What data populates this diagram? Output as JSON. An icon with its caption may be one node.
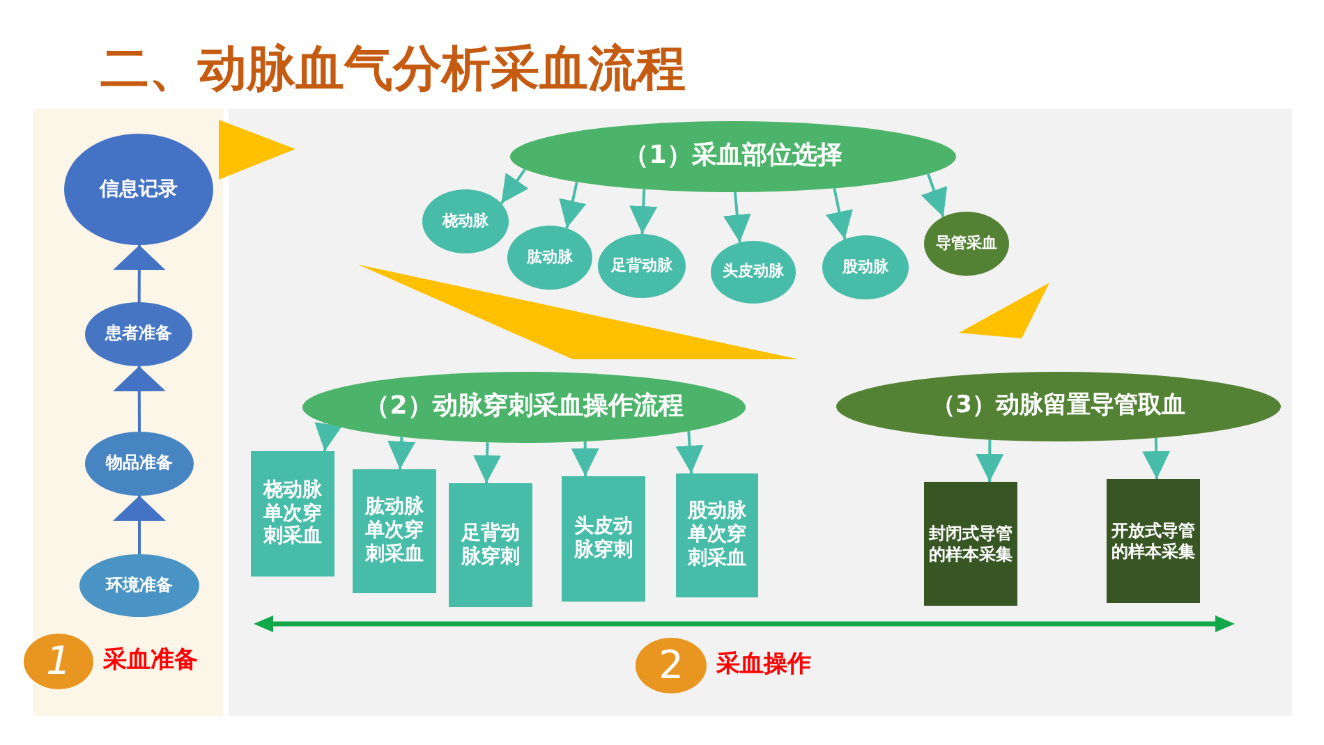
{
  "diagram": {
    "title": "二、动脉血气分析采血流程",
    "nodes": [
      {
        "text": [
          "信息记录"
        ]
      },
      {
        "text": [
          "患者准备"
        ]
      },
      {
        "text": [
          "物品准备"
        ]
      },
      {
        "text": [
          "环境准备"
        ]
      },
      {
        "text": [
          "1"
        ],
        "beside": [
          "采血准备"
        ]
      },
      {
        "text": [
          "（1）采血部位选择"
        ]
      },
      {
        "text": [
          "桡动脉"
        ]
      },
      {
        "text": [
          "肱动脉"
        ]
      },
      {
        "text": [
          "足背动脉"
        ]
      },
      {
        "text": [
          "头皮动脉"
        ]
      },
      {
        "text": [
          "股动脉"
        ]
      },
      {
        "text": [
          "导管采血"
        ]
      },
      {
        "text": [
          "（2）动脉穿刺采血操作流程"
        ]
      },
      {
        "text": [
          "桡动脉单次穿刺采血"
        ]
      },
      {
        "text": [
          "肱动脉单次穿刺采血"
        ]
      },
      {
        "text": [
          "足背动脉穿刺"
        ]
      },
      {
        "text": [
          "头皮动脉穿刺"
        ]
      },
      {
        "text": [
          "股动脉单次穿刺采血"
        ]
      },
      {
        "text": [
          "（3）动脉留置导管取血"
        ]
      },
      {
        "text": [
          "封闭式导管的样本采集"
        ]
      },
      {
        "text": [
          "开放式导管的样本采集"
        ]
      },
      {
        "text": [
          "2"
        ],
        "beside": [
          "采血操作"
        ]
      }
    ],
    "edges": [
      {
        "from": 3,
        "to": 2,
        "arrow": "to",
        "color": "#4472c4"
      },
      {
        "from": 2,
        "to": 1,
        "arrow": "to",
        "color": "#4472c4"
      },
      {
        "from": 1,
        "to": 0,
        "arrow": "to",
        "color": "#4472c4"
      },
      {
        "from": 5,
        "to": 6,
        "arrow": "to"
      },
      {
        "from": 5,
        "to": 7,
        "arrow": "to"
      },
      {
        "from": 5,
        "to": 8,
        "arrow": "to"
      },
      {
        "from": 5,
        "to": 9,
        "arrow": "to"
      },
      {
        "from": 5,
        "to": 10,
        "arrow": "to"
      },
      {
        "from": 5,
        "to": 11,
        "arrow": "to"
      },
      {
        "from": 12,
        "to": 13,
        "arrow": "to"
      },
      {
        "from": 12,
        "to": 14,
        "arrow": "to"
      },
      {
        "from": 12,
        "to": 15,
        "arrow": "to"
      },
      {
        "from": 12,
        "to": 16,
        "arrow": "to"
      },
      {
        "from": 12,
        "to": 17,
        "arrow": "to"
      },
      {
        "from": 18,
        "to": 19,
        "arrow": "to"
      },
      {
        "from": 18,
        "to": 20,
        "arrow": "to"
      }
    ]
  }
}
